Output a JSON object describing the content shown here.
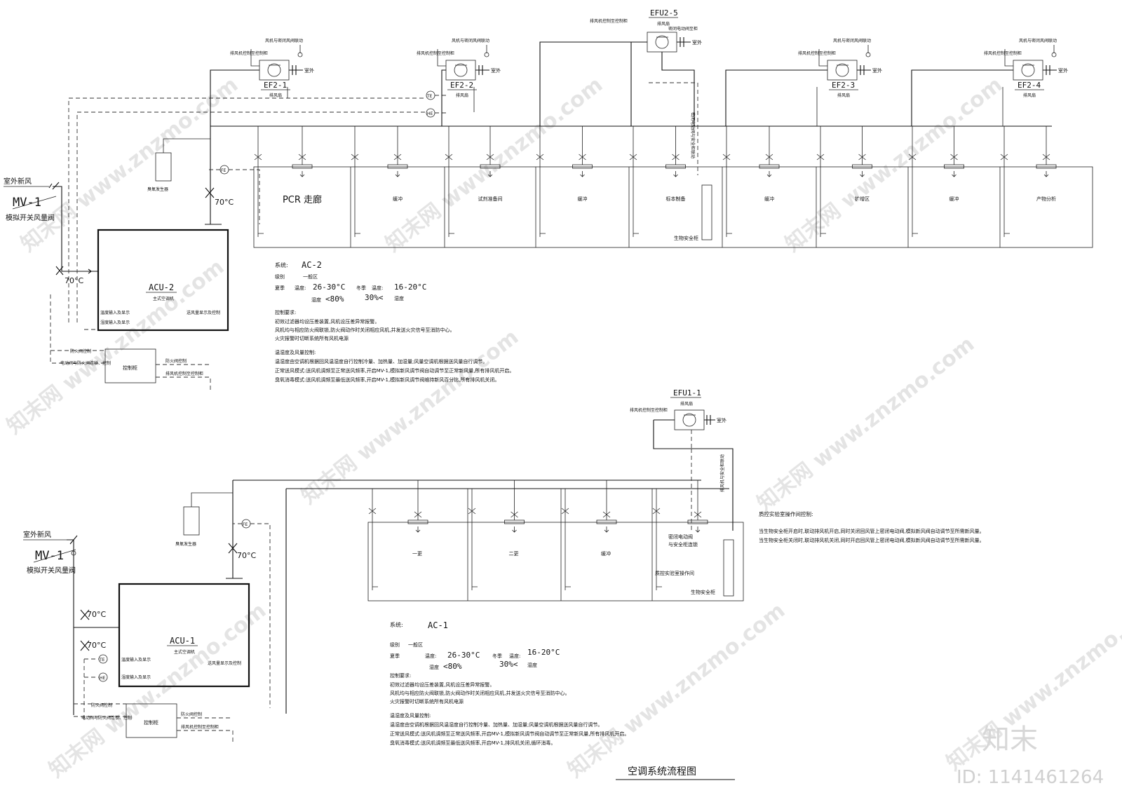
{
  "drawing_title": "空调系统流程图",
  "brand": {
    "logo_text": "知末",
    "id_label": "ID: 1141461264"
  },
  "watermarks": [
    "知末网 www.znzmo.com"
  ],
  "common": {
    "outdoor_fresh_air": "室外新风",
    "mv_tag": "MV-1",
    "mv_desc": "模拟开关风量阀",
    "fire_damper_temp": "70°C",
    "ozone_generator": "臭氧发生器",
    "control_cabinet": "控制柜",
    "outdoor": "室外",
    "exhaust_fan": "排风扇",
    "exhaust_fan_control": "排风机控制至控制柜",
    "fan_valve_link": "风机与密闭风阀联动",
    "te": "TE",
    "he": "HE",
    "fe": "FE",
    "temp_humidity_display": "温度输入及显示",
    "humidity_display": "湿度输入及显示",
    "supply_air_display": "送风量显示及控制",
    "fire_damper_ctrl": "防火阀控制",
    "sealed_valve_ctrl": "电动阀与防火阀连锁、控制",
    "biosafety_cabinet": "生物安全柜",
    "fire_damper_control2": "防火阀控制"
  },
  "system_ac2": {
    "unit_tag": "ACU-2",
    "unit_desc": "主式空调机",
    "fans": [
      "EF2-1",
      "EF2-2",
      "EFU2-5",
      "EF2-3",
      "EF2-4"
    ],
    "sealed_valve": "密闭电动阀至柜",
    "rooms": [
      "PCR 走廊",
      "缓冲",
      "试剂准备间",
      "缓冲",
      "标本制备",
      "缓冲",
      "扩增区",
      "缓冲",
      "产物分析"
    ],
    "vertical_note": "密闭电动阀与安全柜联动",
    "system_label": "系统:",
    "system_name": "AC-2",
    "level_label": "级别",
    "level_value": "一般区",
    "summer_label": "夏季",
    "winter_label": "冬季",
    "temp_label": "温度:",
    "summer_temp": "26-30°C",
    "winter_temp": "16-20°C",
    "humidity_label": "湿度",
    "summer_humidity": "<80%",
    "winter_humidity": "30%<",
    "control_title": "控制要求:",
    "control_lines": [
      "初效过滤器均设压差装置,风机设压差异常报警。",
      "风机均与相应防火阀联锁,防火阀动作时关闭相应风机,并发送火灾信号至消防中心。",
      "火灾报警时切断系统所有风机电源"
    ],
    "thr_title": "温湿度及风量控制:",
    "thr_lines": [
      "温湿度由空调机根据回风温湿度自行控制冷量、加热量、加湿量;风量空调机根据送风量自行调节。",
      "正常送风模式:送风机调频至正常送风频率,开启MV-1,模拟新风调节阀自动调节至正常新风量,所有排风机开启。",
      "臭氧消毒模式:送风机调频至最低送风频率,开启MV-1,模拟新风调节阀维持新风百分比,所有排风机关闭。"
    ]
  },
  "system_ac1": {
    "unit_tag": "ACU-1",
    "unit_desc": "主式空调机",
    "fan": "EFU1-1",
    "rooms": [
      "一更",
      "二更",
      "缓冲",
      "质控实验室操作间"
    ],
    "sealed_valve": "密闭电动阀",
    "sealed_valve2": "与安全柜连锁",
    "vertical_note": "排风机与安全柜联动",
    "system_label": "系统:",
    "system_name": "AC-1",
    "level_label": "级别",
    "level_value": "一般区",
    "summer_label": "夏季",
    "winter_label": "冬季",
    "temp_label": "温度:",
    "summer_temp": "26-30°C",
    "winter_temp": "16-20°C",
    "humidity_label": "湿度",
    "summer_humidity": "<80%",
    "winter_humidity": "30%<",
    "control_title": "控制要求:",
    "control_lines": [
      "初效过滤器均设压差装置,风机设压差异常报警。",
      "风机均与相应防火阀联锁,防火阀动作时关闭相应风机,并发送火灾信号至消防中心。",
      "火灾报警时切断系统所有风机电源"
    ],
    "thr_title": "温湿度及风量控制:",
    "thr_lines": [
      "温湿度由空调机根据回风温湿度自行控制冷量、加热量、加湿量;风量空调机根据送风量自行调节。",
      "正常送风模式:送风机调频至正常送风频率,开启MV-1,模拟新风调节阀自动调节至正常新风量,所有排风机开启。",
      "臭氧消毒模式:送风机调频至最低送风频率,开启MV-1,排风机关闭,循环消毒。"
    ]
  },
  "qc_note": {
    "title": "质控实验室操作间控制:",
    "lines": [
      "当生物安全柜开启时,联动排风机开启,同时关闭回风管上密闭电动阀,模拟新风阀自动调节至所需新风量。",
      "当生物安全柜关闭时,联动排风机关闭,同时开启回风管上密闭电动阀,模拟新风阀自动调节至所需新风量。"
    ]
  }
}
